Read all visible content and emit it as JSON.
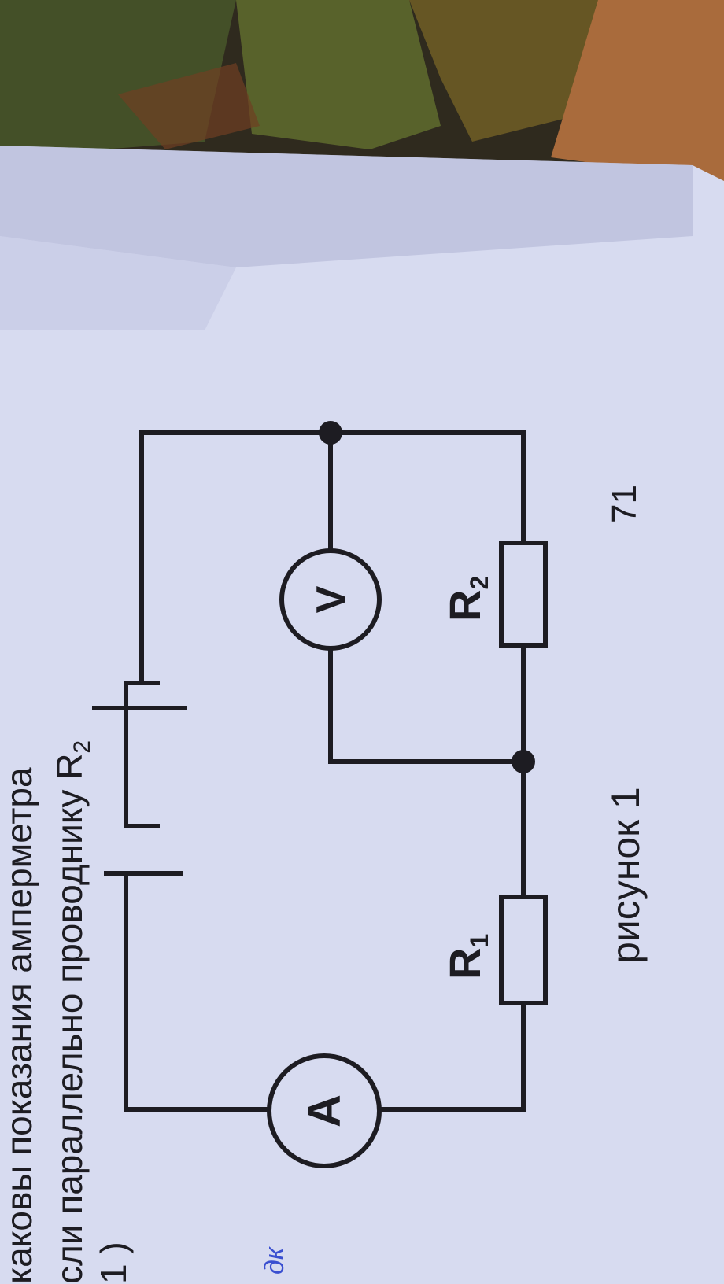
{
  "photo": {
    "colors": {
      "paper": "#d7dbf0",
      "paper_shadow": "#aeb3d3",
      "ink": "#1d1c22",
      "fabric_dark": "#2f2a1e",
      "fabric_green": "#5e7d3a",
      "fabric_gold": "#8a7a2c",
      "fabric_brown": "#6f3f22",
      "wood": "#a96b3c",
      "pen_blue": "#3a4fd0"
    }
  },
  "text": {
    "line1": "каковы показания амперметра",
    "line2": "сли параллельно проводнику R",
    "line2_sub": "2",
    "line3": "1 )"
  },
  "circuit": {
    "ammeter": "A",
    "voltmeter": "V",
    "r1_letter": "R",
    "r1_sub": "1",
    "r2_letter": "R",
    "r2_sub": "2"
  },
  "caption": "рисунок 1",
  "page_number": "71",
  "pen_mark": "дк"
}
